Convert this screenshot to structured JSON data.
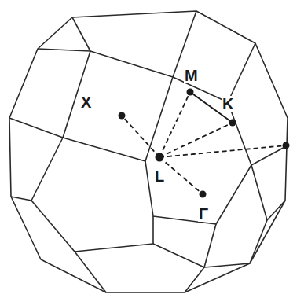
{
  "diagram": {
    "labels": [
      "X",
      "M",
      "K",
      "L",
      "Γ"
    ]
  }
}
